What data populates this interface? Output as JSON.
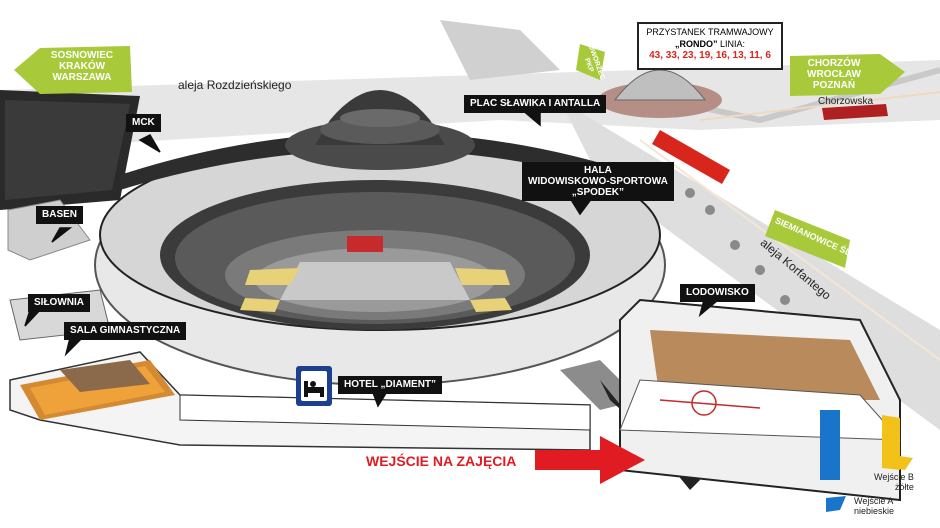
{
  "map": {
    "signs": {
      "west": {
        "line1": "SOSNOWIEC",
        "line2": "KRAKÓW",
        "line3": "WARSZAWA"
      },
      "north": {
        "text": "DWORZEC PKP"
      },
      "east": {
        "line1": "CHORZÓW",
        "line2": "WROCŁAW",
        "line3": "POZNAŃ"
      },
      "southeast": {
        "text": "SIEMIANOWICE ŚL."
      }
    },
    "streets": {
      "rozdzienskiego": "aleja Rozdzieńskiego",
      "korfantego": "aleja Korfantego",
      "chorzowska": "Chorzowska"
    },
    "tram_stop": {
      "line1": "PRZYSTANEK TRAMWAJOWY",
      "line2_name": "„RONDO”",
      "line2_suffix": " LINIA:",
      "lines": "43, 33, 23, 19, 16, 13, 11, 6"
    },
    "labels": {
      "mck": "MCK",
      "plac": "PLAC SŁAWIKA I ANTALLA",
      "hala_1": "HALA",
      "hala_2": "WIDOWISKOWO-SPORTOWA",
      "hala_3": "„SPODEK”",
      "basen": "BASEN",
      "silownia": "SIŁOWNIA",
      "sala": "SALA GIMNASTYCZNA",
      "hotel": "HOTEL „DIAMENT”",
      "lodowisko": "LODOWISKO"
    },
    "entry_label": "WEJŚCIE NA ZAJĘCIA",
    "entrances": {
      "b_line1": "Wejście B",
      "b_line2": "żółte",
      "a_line1": "Wejście A",
      "a_line2": "niebieskie"
    },
    "colors": {
      "green_sign": "#a8c93a",
      "tram_red": "#d9261c",
      "entry_arrow": "#e11b22",
      "entrance_yellow": "#f2c21b",
      "entrance_blue": "#1a74c9",
      "hotel_blue": "#1d3f8f",
      "floor_orange": "#f0a23a",
      "court_yellow": "#e7d27a"
    }
  }
}
